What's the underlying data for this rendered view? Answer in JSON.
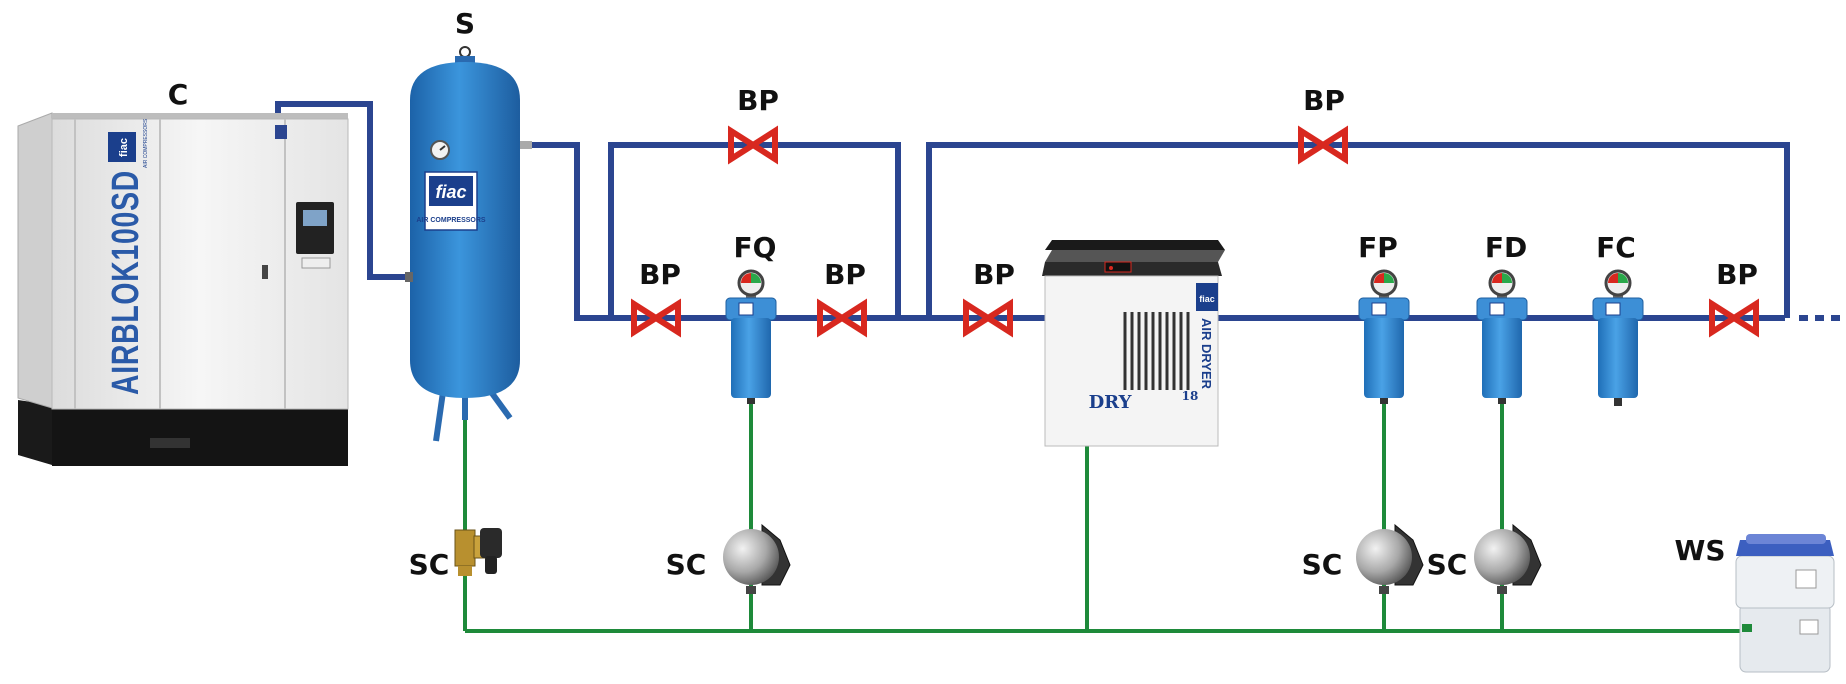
{
  "labels": {
    "compressor": "C",
    "tank": "S",
    "bypass": "BP",
    "prefilter": "FQ",
    "filter_fp": "FP",
    "filter_fd": "FD",
    "filter_fc": "FC",
    "drain": "SC",
    "separator": "WS"
  },
  "compressor_text": {
    "brand": "fiac",
    "brand_sub": "AIR COMPRESSORS",
    "model": "AIRBLOK100SD"
  },
  "tank_text": {
    "brand": "fiac",
    "brand_sub": "AIR COMPRESSORS"
  },
  "dryer_text": {
    "name": "DRY",
    "size": "18",
    "side": "AIR DRYER",
    "brand": "fiac"
  },
  "colors": {
    "air_line": "#2b4590",
    "condensate_line": "#1e8a3a",
    "valve": "#d8281f",
    "equipment_blue": "#2f86cf",
    "filter_blue": "#3d8fd6",
    "label": "#111111"
  },
  "icons": {
    "valve": "bypass-valve-icon",
    "gauge": "pressure-gauge-icon",
    "drain": "condensate-drain-icon"
  }
}
